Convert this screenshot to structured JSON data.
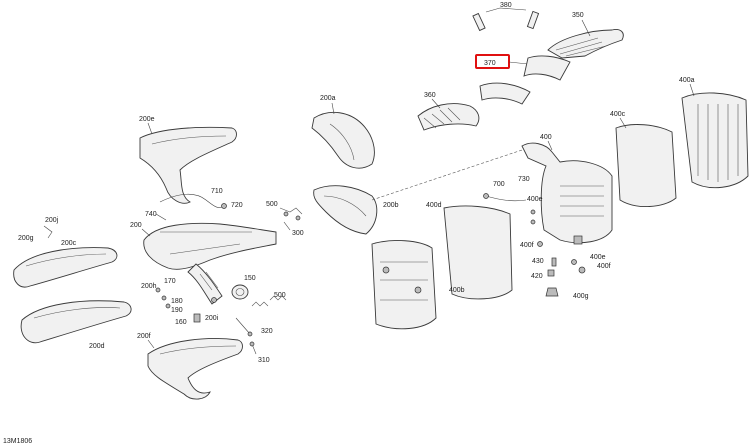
{
  "diagram": {
    "drawing_number": "13M1806",
    "highlighted_part": "370",
    "highlight_color": "#e01010",
    "labels": {
      "p380": "380",
      "p350": "350",
      "p370": "370",
      "p360": "360",
      "p200a": "200a",
      "p400a": "400a",
      "p400c": "400c",
      "p400": "400",
      "p200e": "200e",
      "p710": "710",
      "p720": "720",
      "p740": "740",
      "p200": "200",
      "p700": "700",
      "p730": "730",
      "p500a": "500",
      "p300": "300",
      "p200b": "200b",
      "p400d": "400d",
      "p400e1": "400e",
      "p200j": "200j",
      "p200g": "200g",
      "p200c": "200c",
      "p150": "150",
      "p170": "170",
      "p200h": "200h",
      "p180": "180",
      "p190": "190",
      "p500b": "500",
      "p160": "160",
      "p200i": "200i",
      "p320": "320",
      "p400b": "400b",
      "p400f1": "400f",
      "p430": "430",
      "p400e2": "400e",
      "p400f2": "400f",
      "p420": "420",
      "p400g": "400g",
      "p200d": "200d",
      "p200f": "200f",
      "p310": "310"
    }
  }
}
